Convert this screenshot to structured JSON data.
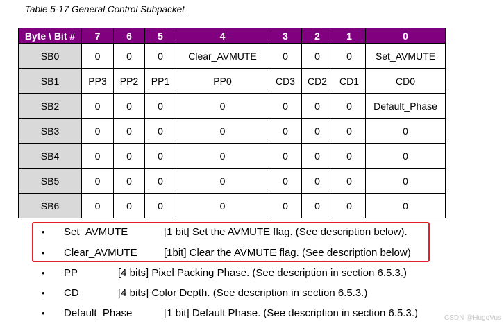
{
  "caption": "Table 5-17 General Control Subpacket",
  "table": {
    "header": [
      "Byte \\ Bit #",
      "7",
      "6",
      "5",
      "4",
      "3",
      "2",
      "1",
      "0"
    ],
    "rows": [
      [
        "SB0",
        "0",
        "0",
        "0",
        "Clear_AVMUTE",
        "0",
        "0",
        "0",
        "Set_AVMUTE"
      ],
      [
        "SB1",
        "PP3",
        "PP2",
        "PP1",
        "PP0",
        "CD3",
        "CD2",
        "CD1",
        "CD0"
      ],
      [
        "SB2",
        "0",
        "0",
        "0",
        "0",
        "0",
        "0",
        "0",
        "Default_Phase"
      ],
      [
        "SB3",
        "0",
        "0",
        "0",
        "0",
        "0",
        "0",
        "0",
        "0"
      ],
      [
        "SB4",
        "0",
        "0",
        "0",
        "0",
        "0",
        "0",
        "0",
        "0"
      ],
      [
        "SB5",
        "0",
        "0",
        "0",
        "0",
        "0",
        "0",
        "0",
        "0"
      ],
      [
        "SB6",
        "0",
        "0",
        "0",
        "0",
        "0",
        "0",
        "0",
        "0"
      ]
    ]
  },
  "bullets": [
    {
      "marker": "•",
      "term": "Set_AVMUTE",
      "desc": "[1 bit] Set the AVMUTE flag. (See description below)."
    },
    {
      "marker": "•",
      "term": "Clear_AVMUTE",
      "desc": "[1bit] Clear the AVMUTE flag. (See description below)"
    },
    {
      "marker": "•",
      "term": "PP",
      "desc": "[4 bits] Pixel Packing Phase. (See description in section 6.5.3.)"
    },
    {
      "marker": "•",
      "term": "CD",
      "desc": "[4 bits] Color Depth. (See description in section 6.5.3.)"
    },
    {
      "marker": "•",
      "term": "Default_Phase",
      "desc": "[1 bit] Default Phase. (See description in section 6.5.3.)"
    }
  ],
  "watermark": "CSDN @HugoVus",
  "colors": {
    "header_bg": "#800080",
    "row_head_bg": "#d9d9d9",
    "highlight": "#e0212b"
  }
}
